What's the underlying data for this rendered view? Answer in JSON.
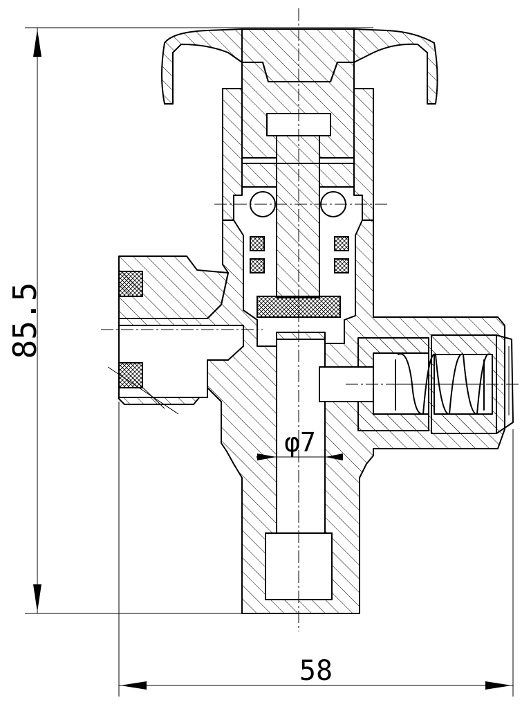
{
  "dimensions": {
    "height": "85.5",
    "width": "58",
    "bore": "φ7"
  },
  "colors": {
    "line": "#000000",
    "background": "#ffffff"
  }
}
